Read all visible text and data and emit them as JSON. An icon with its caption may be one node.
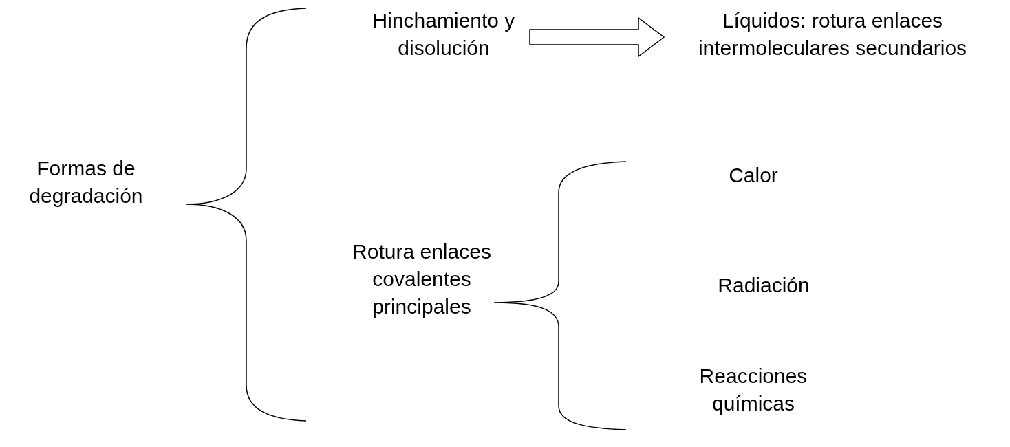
{
  "diagram": {
    "nodes": [
      {
        "text": [
          "Formas de degradación"
        ]
      },
      {
        "text": [
          "Hinchamiento y disolución"
        ]
      },
      {
        "text": [
          "Líquidos: rotura enlaces intermoleculares secundarios"
        ]
      },
      {
        "text": [
          "Rotura enlaces covalentes principales"
        ]
      },
      {
        "text": [
          "Calor"
        ]
      },
      {
        "text": [
          "Radiación"
        ]
      },
      {
        "text": [
          "Reacciones químicas"
        ]
      }
    ],
    "edges": [
      {
        "from": 1,
        "to": 2,
        "arrow": "to"
      }
    ]
  }
}
